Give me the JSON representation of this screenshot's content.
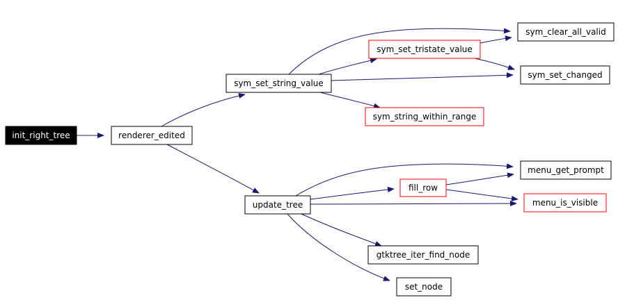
{
  "graph": {
    "nodes": [
      {
        "id": "init_right_tree",
        "label": "init_right_tree",
        "style": "root"
      },
      {
        "id": "renderer_edited",
        "label": "renderer_edited",
        "style": "normal"
      },
      {
        "id": "sym_set_string_value",
        "label": "sym_set_string_value",
        "style": "normal"
      },
      {
        "id": "sym_set_tristate_value",
        "label": "sym_set_tristate_value",
        "style": "red"
      },
      {
        "id": "sym_clear_all_valid",
        "label": "sym_clear_all_valid",
        "style": "normal"
      },
      {
        "id": "sym_set_changed",
        "label": "sym_set_changed",
        "style": "normal"
      },
      {
        "id": "sym_string_within_range",
        "label": "sym_string_within_range",
        "style": "red"
      },
      {
        "id": "update_tree",
        "label": "update_tree",
        "style": "normal"
      },
      {
        "id": "fill_row",
        "label": "fill_row",
        "style": "red"
      },
      {
        "id": "menu_get_prompt",
        "label": "menu_get_prompt",
        "style": "normal"
      },
      {
        "id": "menu_is_visible",
        "label": "menu_is_visible",
        "style": "red"
      },
      {
        "id": "gtktree_iter_find_node",
        "label": "gtktree_iter_find_node",
        "style": "normal"
      },
      {
        "id": "set_node",
        "label": "set_node",
        "style": "normal"
      }
    ],
    "edges": [
      {
        "from": "init_right_tree",
        "to": "renderer_edited"
      },
      {
        "from": "renderer_edited",
        "to": "sym_set_string_value"
      },
      {
        "from": "renderer_edited",
        "to": "update_tree"
      },
      {
        "from": "sym_set_string_value",
        "to": "sym_clear_all_valid"
      },
      {
        "from": "sym_set_string_value",
        "to": "sym_set_tristate_value"
      },
      {
        "from": "sym_set_string_value",
        "to": "sym_set_changed"
      },
      {
        "from": "sym_set_string_value",
        "to": "sym_string_within_range"
      },
      {
        "from": "sym_set_tristate_value",
        "to": "sym_clear_all_valid"
      },
      {
        "from": "sym_set_tristate_value",
        "to": "sym_set_changed"
      },
      {
        "from": "update_tree",
        "to": "menu_get_prompt"
      },
      {
        "from": "update_tree",
        "to": "fill_row"
      },
      {
        "from": "update_tree",
        "to": "menu_is_visible"
      },
      {
        "from": "update_tree",
        "to": "gtktree_iter_find_node"
      },
      {
        "from": "update_tree",
        "to": "set_node"
      },
      {
        "from": "fill_row",
        "to": "menu_get_prompt"
      },
      {
        "from": "fill_row",
        "to": "menu_is_visible"
      }
    ],
    "colors": {
      "edge": "#191970",
      "node_border": "#000000",
      "red_border": "#ff0000",
      "root_fill": "#000000",
      "root_text": "#ffffff",
      "text": "#000000"
    }
  }
}
